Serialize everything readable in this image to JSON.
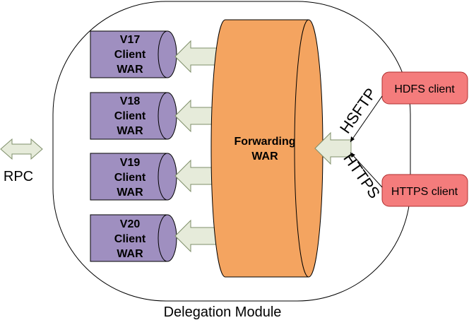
{
  "module": {
    "label": "Delegation Module"
  },
  "rpc": {
    "label": "RPC"
  },
  "forwarding": {
    "line1": "Forwarding",
    "line2": "WAR"
  },
  "client_wars": [
    {
      "line1": "V17",
      "line2": "Client",
      "line3": "WAR"
    },
    {
      "line1": "V18",
      "line2": "Client",
      "line3": "WAR"
    },
    {
      "line1": "V19",
      "line2": "Client",
      "line3": "WAR"
    },
    {
      "line1": "V20",
      "line2": "Client",
      "line3": "WAR"
    }
  ],
  "clients": {
    "hdfs": "HDFS client",
    "https": "HTTPS client"
  },
  "protocols": {
    "hsftp": "HSFTP",
    "https": "HTTPS"
  },
  "colors": {
    "cylinder_fill": "#f4a460",
    "client_war_fill": "#9f8fc0",
    "client_box_fill": "#f47c7c",
    "arrow_fill": "#e6ebda"
  }
}
